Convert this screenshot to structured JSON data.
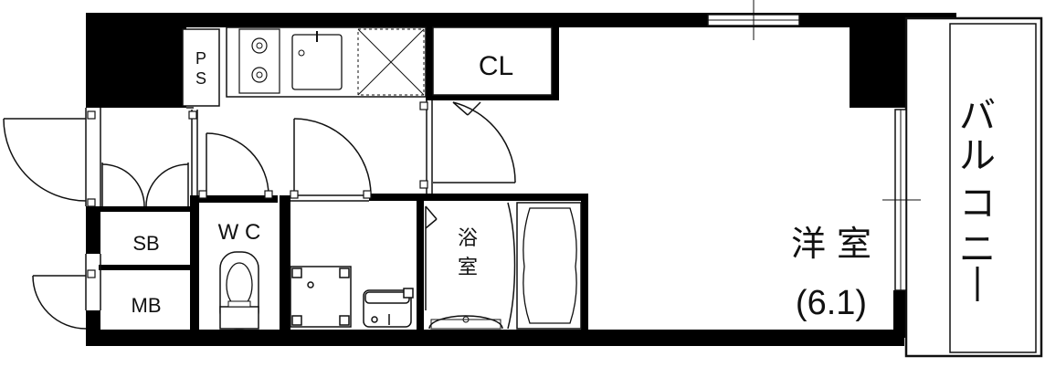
{
  "rooms": {
    "ps_p": "P",
    "ps_s": "S",
    "closet": "CL",
    "toilet": "W C",
    "shoe_box": "SB",
    "meter_box": "MB",
    "bath_1": "浴",
    "bath_2": "室",
    "western_room": "洋 室",
    "western_room_size": "(6.1)"
  },
  "balcony": {
    "chars": [
      "バ",
      "ル",
      "コ",
      "ニ",
      "ー"
    ]
  },
  "colors": {
    "wall": "#000000",
    "line": "#111111",
    "background": "#ffffff"
  }
}
